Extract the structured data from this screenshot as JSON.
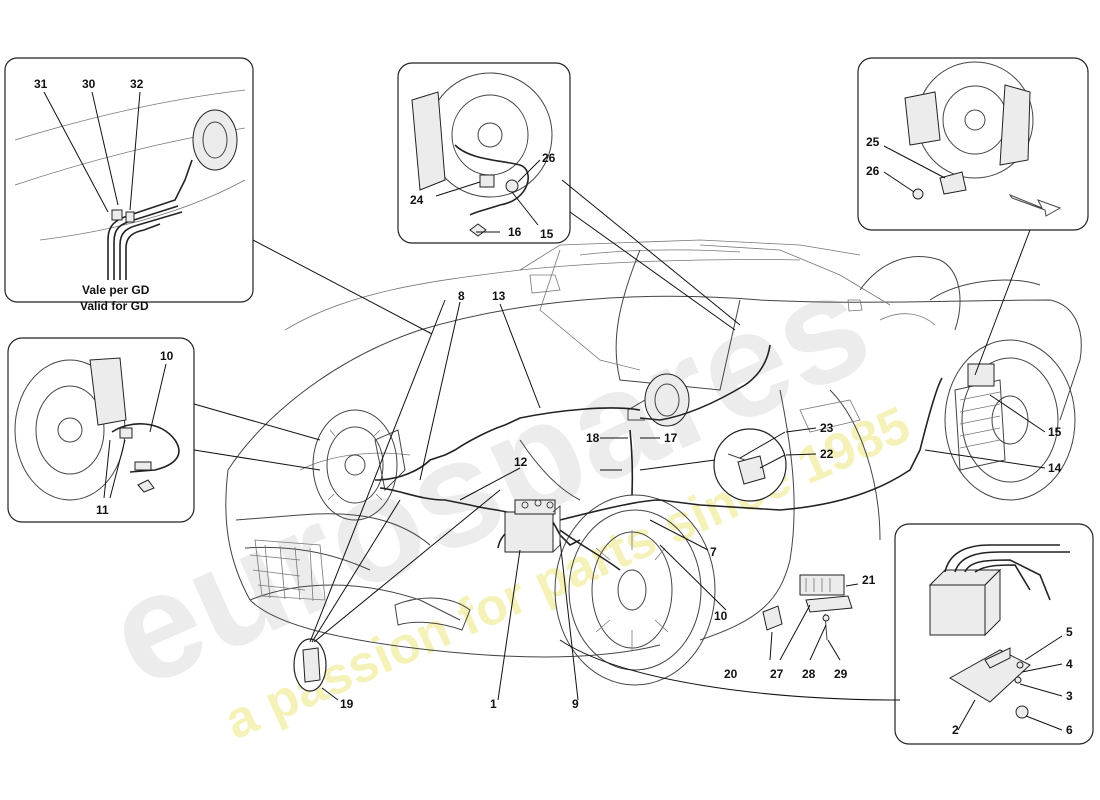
{
  "watermark": {
    "brand": "eurospares",
    "tagline": "a passion for parts since 1985"
  },
  "inset_note": {
    "line1": "Vale per GD",
    "line2": "Valid for GD"
  },
  "callouts": {
    "c1": "1",
    "c2": "2",
    "c3": "3",
    "c4": "4",
    "c5": "5",
    "c6": "6",
    "c7": "7",
    "c8": "8",
    "c9": "9",
    "c10a": "10",
    "c10b": "10",
    "c11": "11",
    "c12": "12",
    "c13": "13",
    "c14": "14",
    "c15a": "15",
    "c15b": "15",
    "c16": "16",
    "c17": "17",
    "c18": "18",
    "c19": "19",
    "c20": "20",
    "c21": "21",
    "c22": "22",
    "c23": "23",
    "c24": "24",
    "c25": "25",
    "c26a": "26",
    "c26b": "26",
    "c27": "27",
    "c28": "28",
    "c29": "29",
    "c30": "30",
    "c31": "31",
    "c32": "32"
  }
}
